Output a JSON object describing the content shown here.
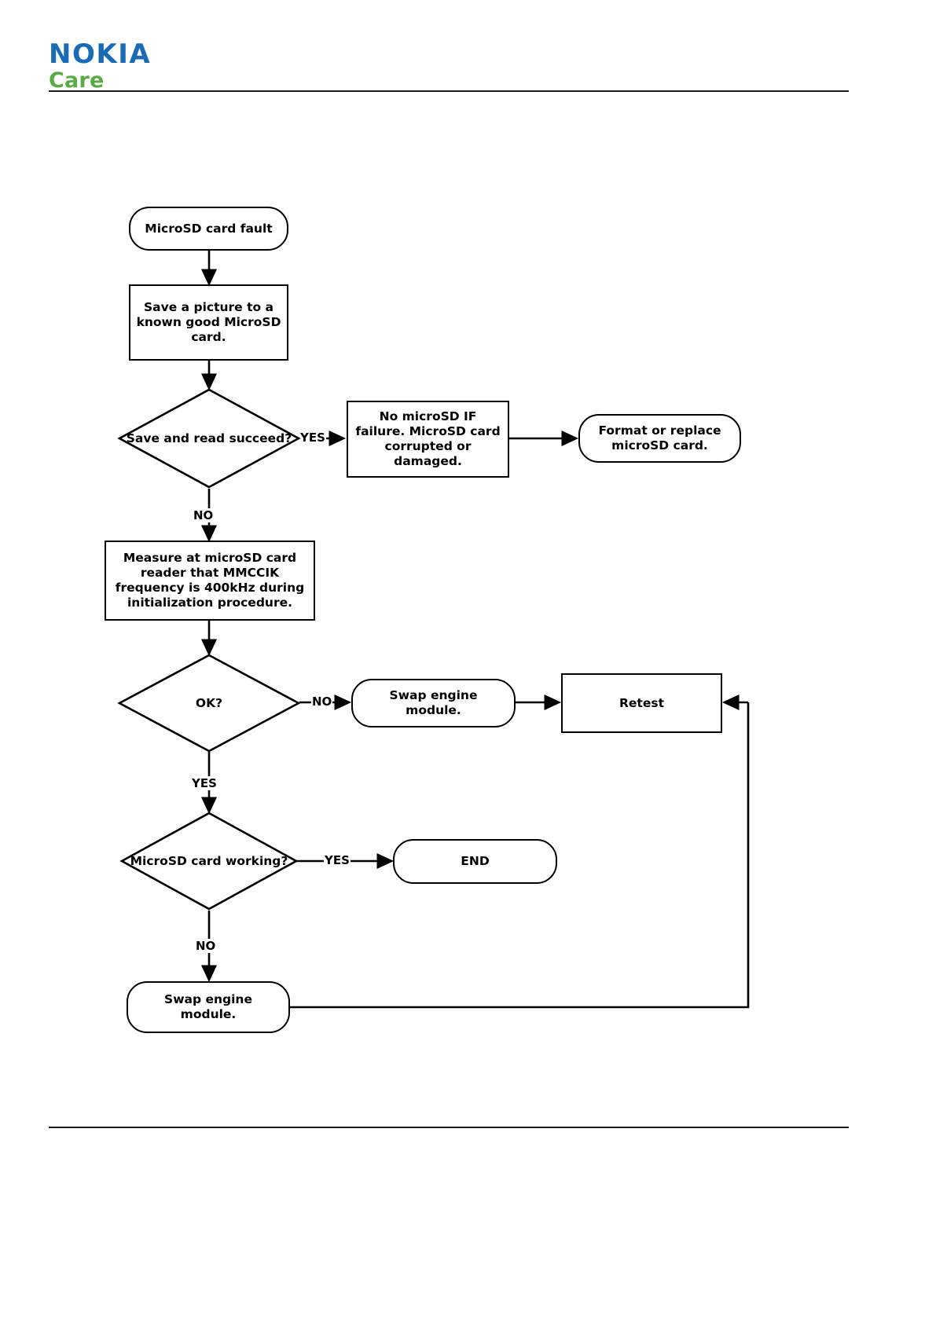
{
  "header": {
    "brand_primary": "NOKIA",
    "brand_secondary": "Care",
    "brand_primary_color": "#1a6bb5",
    "brand_secondary_color": "#5aab46"
  },
  "flowchart": {
    "type": "flowchart",
    "title": "MicroSD card fault troubleshooting",
    "nodes": [
      {
        "id": "start",
        "shape": "stadium",
        "label": "MicroSD card fault"
      },
      {
        "id": "save_pic",
        "shape": "rect",
        "label": "Save a picture to a known good MicroSD card."
      },
      {
        "id": "save_read",
        "shape": "diamond",
        "label": "Save and read succeed?"
      },
      {
        "id": "no_if_fail",
        "shape": "rect",
        "label": "No microSD IF failure. MicroSD card corrupted or damaged."
      },
      {
        "id": "format",
        "shape": "stadium",
        "label": "Format or replace microSD card."
      },
      {
        "id": "measure",
        "shape": "rect",
        "label": "Measure at microSD card reader that MMCCIK frequency is 400kHz during initialization procedure."
      },
      {
        "id": "ok",
        "shape": "diamond",
        "label": "OK?"
      },
      {
        "id": "swap1",
        "shape": "stadium",
        "label": "Swap engine module."
      },
      {
        "id": "retest",
        "shape": "rect",
        "label": "Retest"
      },
      {
        "id": "working",
        "shape": "diamond",
        "label": "MicroSD card working?"
      },
      {
        "id": "end",
        "shape": "stadium",
        "label": "END"
      },
      {
        "id": "swap2",
        "shape": "stadium",
        "label": "Swap engine module."
      }
    ],
    "edges": [
      {
        "from": "start",
        "to": "save_pic",
        "label": ""
      },
      {
        "from": "save_pic",
        "to": "save_read",
        "label": ""
      },
      {
        "from": "save_read",
        "to": "no_if_fail",
        "label": "YES"
      },
      {
        "from": "no_if_fail",
        "to": "format",
        "label": ""
      },
      {
        "from": "save_read",
        "to": "measure",
        "label": "NO"
      },
      {
        "from": "measure",
        "to": "ok",
        "label": ""
      },
      {
        "from": "ok",
        "to": "swap1",
        "label": "NO"
      },
      {
        "from": "swap1",
        "to": "retest",
        "label": ""
      },
      {
        "from": "ok",
        "to": "working",
        "label": "YES"
      },
      {
        "from": "working",
        "to": "end",
        "label": "YES"
      },
      {
        "from": "working",
        "to": "swap2",
        "label": "NO"
      },
      {
        "from": "swap2",
        "to": "retest",
        "label": ""
      }
    ],
    "edge_labels": {
      "save_read_yes": "YES",
      "save_read_no": "NO",
      "ok_no": "NO",
      "ok_yes": "YES",
      "working_yes": "YES",
      "working_no": "NO"
    }
  }
}
